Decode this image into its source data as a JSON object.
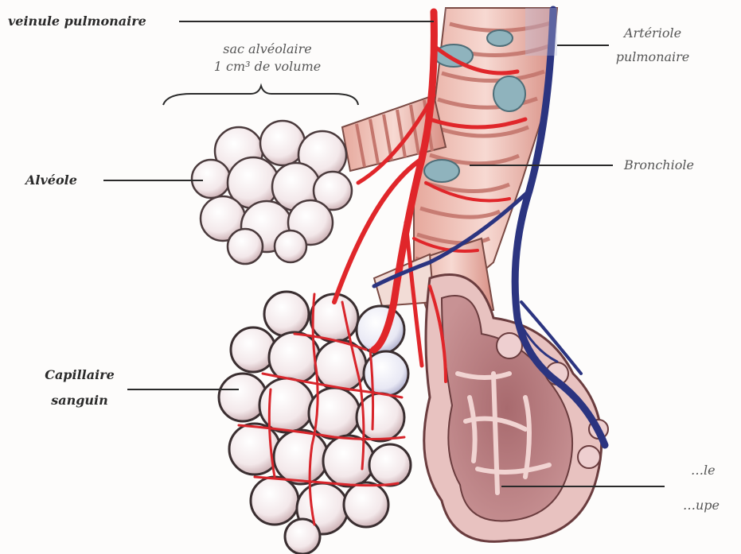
{
  "labels": {
    "veinule": "veinule pulmonaire",
    "sac_line1": "sac alvéolaire",
    "sac_line2": "1 cm³ de volume",
    "arteriole_line1": "Artériole",
    "arteriole_line2": "pulmonaire",
    "alveole": "Alvéole",
    "bronchiole": "Bronchiole",
    "capillaire_line1": "Capillaire",
    "capillaire_line2": "sanguin",
    "coupe_line1": "…le",
    "coupe_line2": "…upe"
  },
  "colors": {
    "artery_red": "#e0262a",
    "vein_blue": "#2b3480",
    "alveolus_fill": "#f6eef0",
    "alveolus_edge": "#4a3a3c",
    "bronchus_pink": "#e9b3a8",
    "cut_tissue": "#b77b7d",
    "cartilage": "#8fb3bd"
  }
}
